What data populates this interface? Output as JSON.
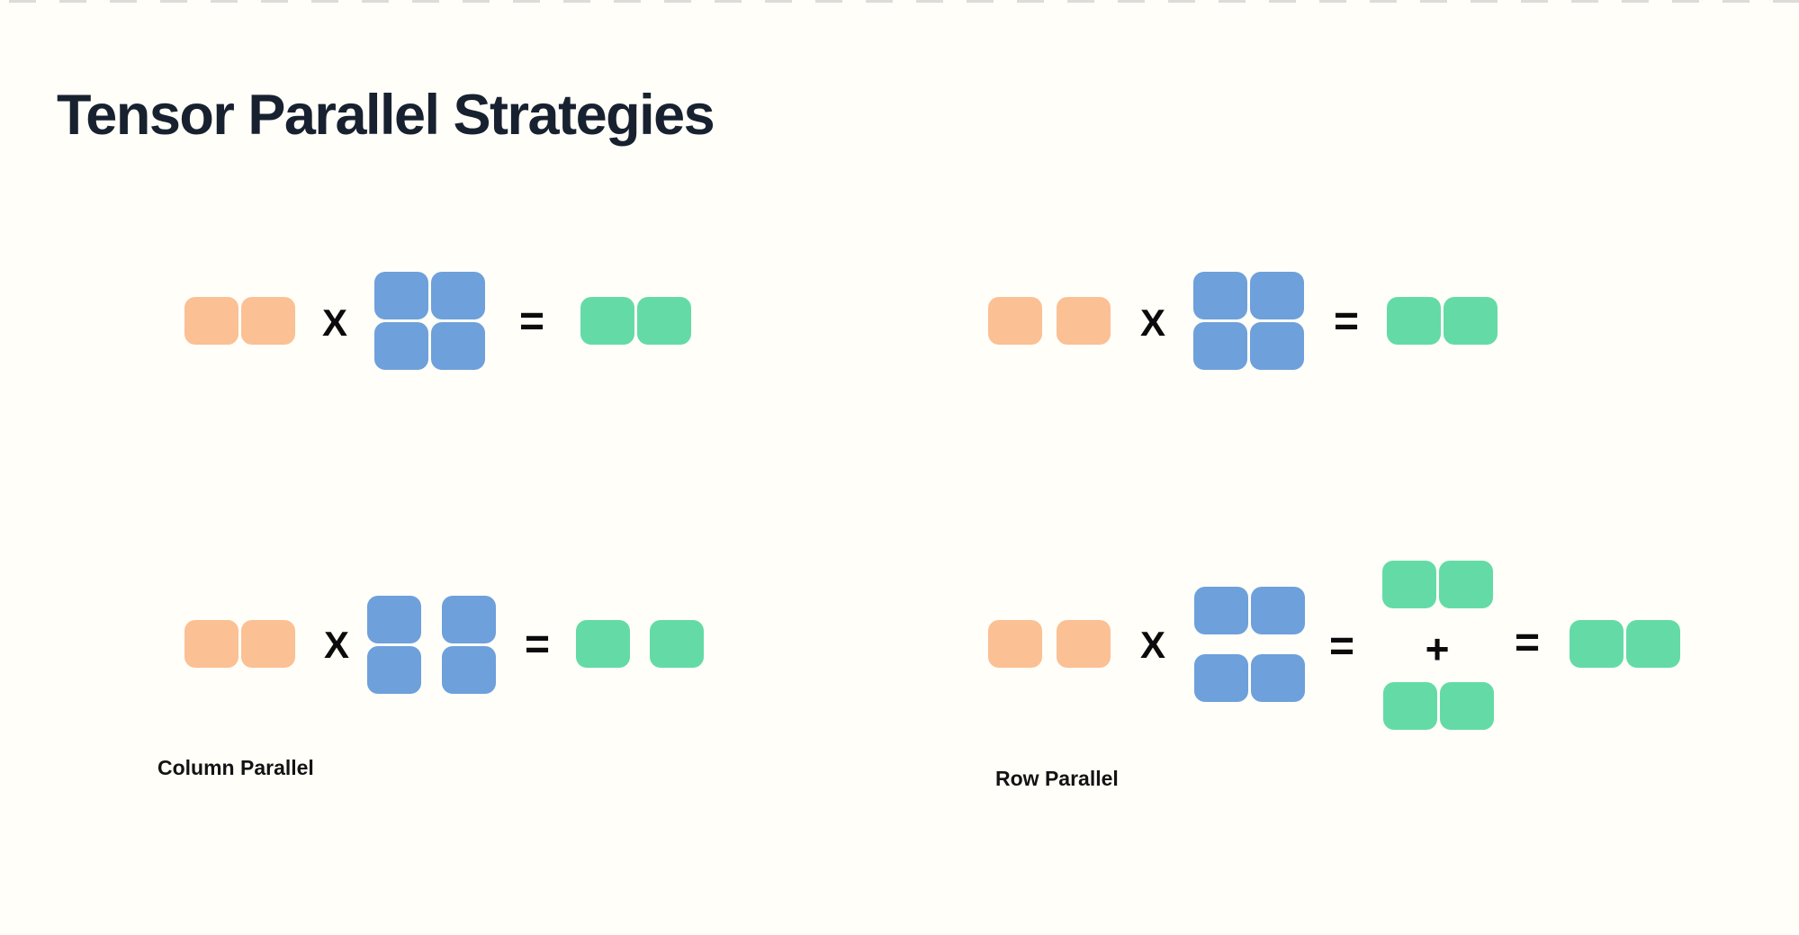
{
  "title": "Tensor Parallel Strategies",
  "symbols": {
    "multiply": "X",
    "equals": "=",
    "plus": "+"
  },
  "labels": {
    "column_parallel": "Column Parallel",
    "row_parallel": "Row Parallel"
  },
  "diagrams": {
    "replicated_left": {
      "input": "1x2",
      "weight": "2x2",
      "output": "1x2",
      "weight_split": "none"
    },
    "replicated_right": {
      "input": "1x2",
      "weight": "2x2",
      "output": "1x2",
      "weight_split": "none"
    },
    "column_parallel": {
      "label": "Column Parallel",
      "input": "1x2",
      "weight": "2x2",
      "output": "1x2",
      "weight_split": "columns",
      "output_split": "columns"
    },
    "row_parallel": {
      "label": "Row Parallel",
      "input": "1x2",
      "weight": "2x2",
      "output": "1x2",
      "weight_split": "rows",
      "partial_outputs": 2,
      "reduce": "sum"
    }
  },
  "colors": {
    "background": "#fffef9",
    "dash": "#dddcd8",
    "title": "#18212f",
    "input": "#fbc094",
    "weight": "#6ea0db",
    "output": "#64dba6",
    "symbol": "#0b0b0b",
    "label": "#131313"
  }
}
